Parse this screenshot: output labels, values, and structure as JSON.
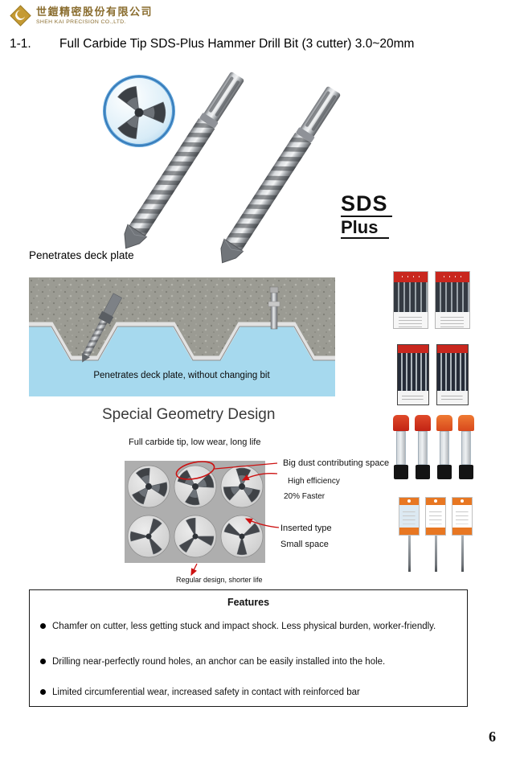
{
  "header": {
    "company_cn": "世鎧精密股份有限公司",
    "company_en": "SHEH KAI PRECISION CO.,LTD."
  },
  "title": {
    "number": "1-1.",
    "text": "Full Carbide Tip SDS-Plus Hammer Drill Bit (3 cutter) 3.0~20mm"
  },
  "sds": {
    "line1": "SDS",
    "line2": "Plus"
  },
  "deck": {
    "label": "Penetrates deck plate",
    "caption": "Penetrates deck plate, without changing bit"
  },
  "geometry": {
    "heading": "Special Geometry Design",
    "tip_label": "Full carbide tip, low wear, long life",
    "annotations": {
      "big_dust": "Big dust contributing space",
      "high_efficiency": "High efficiency",
      "faster": "20% Faster",
      "inserted_type": "Inserted type",
      "small_space": "Small space",
      "regular_design": "Regular design, shorter life"
    }
  },
  "features": {
    "title": "Features",
    "items": [
      "Chamfer on cutter, less getting stuck and impact shock. Less physical burden, worker-friendly.",
      "Drilling near-perfectly round holes, an anchor can be easily installed into the hole.",
      "Limited circumferential wear, increased safety in contact with reinforced bar"
    ]
  },
  "page_number": "6",
  "colors": {
    "accent_red": "#cc1111",
    "brand_gold": "#8a6d2f",
    "sky_blue": "#a6d9ee",
    "package_red": "#c9271e",
    "package_orange": "#e87722"
  }
}
